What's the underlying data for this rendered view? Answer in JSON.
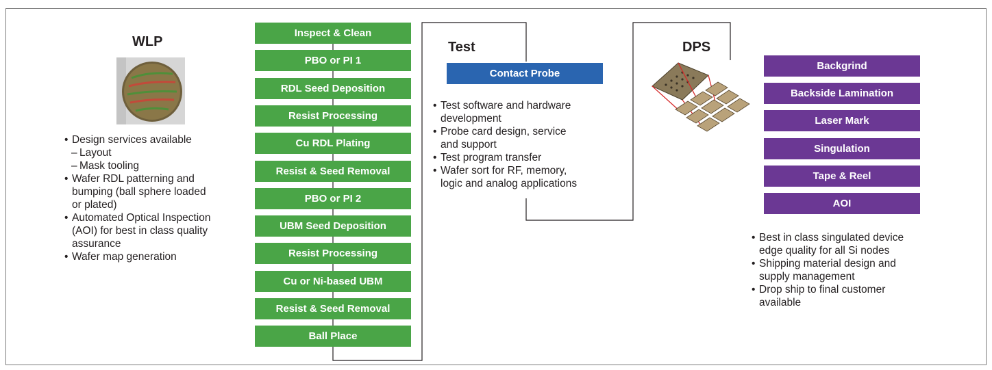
{
  "wlp": {
    "title": "WLP",
    "bullets": [
      {
        "text": "Design services available",
        "sub": false
      },
      {
        "text": "Layout",
        "sub": true
      },
      {
        "text": "Mask tooling",
        "sub": true
      },
      {
        "text": "Wafer RDL patterning and",
        "sub": false
      },
      {
        "text": "bumping (ball sphere loaded",
        "sub": "cont"
      },
      {
        "text": "or plated)",
        "sub": "cont"
      },
      {
        "text": "Automated Optical Inspection",
        "sub": false
      },
      {
        "text": " (AOI) for best in class quality",
        "sub": "cont"
      },
      {
        "text": "assurance",
        "sub": "cont"
      },
      {
        "text": "Wafer map generation",
        "sub": false
      }
    ],
    "steps": [
      "Inspect & Clean",
      "PBO or PI 1",
      "RDL Seed Deposition",
      "Resist Processing",
      "Cu RDL Plating",
      "Resist & Seed Removal",
      "PBO or PI 2",
      "UBM Seed Deposition",
      "Resist Processing",
      "Cu or Ni-based UBM",
      "Resist & Seed Removal",
      "Ball Place"
    ]
  },
  "test": {
    "title": "Test",
    "step": "Contact Probe",
    "bullets": [
      {
        "text": "Test software and hardware",
        "sub": false
      },
      {
        "text": "development",
        "sub": "cont"
      },
      {
        "text": "Probe card design, service",
        "sub": false
      },
      {
        "text": "and support",
        "sub": "cont"
      },
      {
        "text": "Test program transfer",
        "sub": false
      },
      {
        "text": "Wafer sort for RF, memory,",
        "sub": false
      },
      {
        "text": "logic and analog applications",
        "sub": "cont"
      }
    ]
  },
  "dps": {
    "title": "DPS",
    "steps": [
      "Backgrind",
      "Backside Lamination",
      "Laser Mark",
      "Singulation",
      "Tape & Reel",
      "AOI"
    ],
    "bullets": [
      {
        "text": "Best in class singulated device",
        "sub": false
      },
      {
        "text": "edge quality for all Si nodes",
        "sub": "cont"
      },
      {
        "text": "Shipping material design and",
        "sub": false
      },
      {
        "text": "supply management",
        "sub": "cont"
      },
      {
        "text": "Drop ship to final customer",
        "sub": false
      },
      {
        "text": "available",
        "sub": "cont"
      }
    ]
  },
  "colors": {
    "wlp_steps": "#4aa547",
    "test_step": "#2a65b0",
    "dps_steps": "#6b3894",
    "connector": "#231f20"
  },
  "icons": {
    "wafer": "wafer-photo-icon",
    "dps": "singulated-die-icon"
  }
}
